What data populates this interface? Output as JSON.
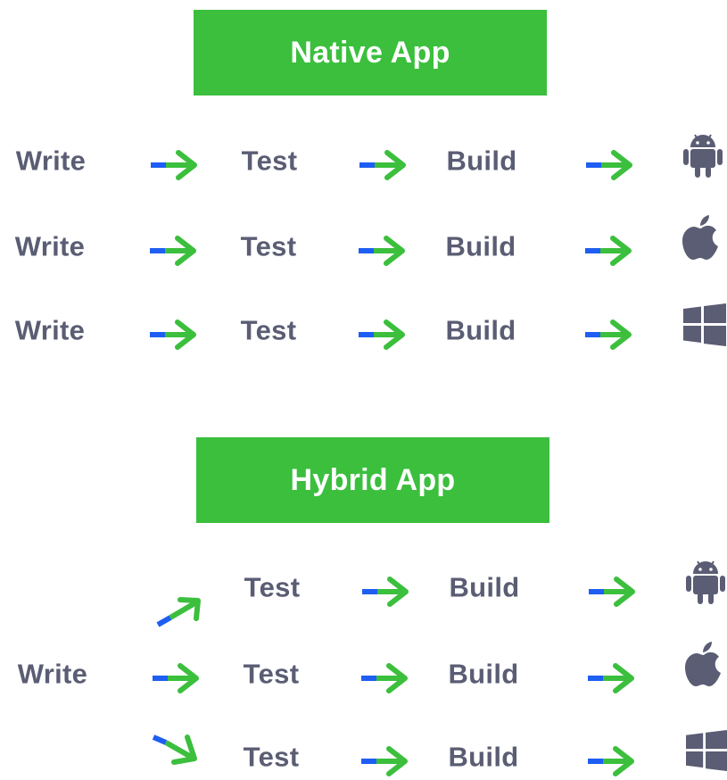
{
  "native": {
    "title": "Native App",
    "rows": [
      {
        "steps": [
          "Write",
          "Test",
          "Build"
        ],
        "platform": "android-icon"
      },
      {
        "steps": [
          "Write",
          "Test",
          "Build"
        ],
        "platform": "apple-icon"
      },
      {
        "steps": [
          "Write",
          "Test",
          "Build"
        ],
        "platform": "windows-icon"
      }
    ]
  },
  "hybrid": {
    "title": "Hybrid App",
    "write": "Write",
    "rows": [
      {
        "steps": [
          "Test",
          "Build"
        ],
        "platform": "android-icon"
      },
      {
        "steps": [
          "Test",
          "Build"
        ],
        "platform": "apple-icon"
      },
      {
        "steps": [
          "Test",
          "Build"
        ],
        "platform": "windows-icon"
      }
    ]
  },
  "colors": {
    "banner_green": "#3bbf3d",
    "arrow_green": "#3bbf3d",
    "arrow_tail_blue": "#1f5ef2",
    "text_gray": "#5a5d73",
    "icon_gray": "#5a5d73"
  }
}
